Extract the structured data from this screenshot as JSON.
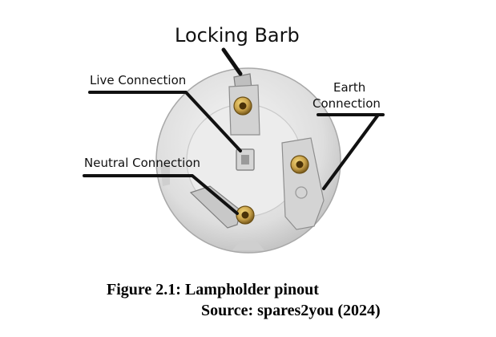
{
  "labels": {
    "locking_barb": "Locking Barb",
    "live": "Live Connection",
    "neutral": "Neutral Connection",
    "earth_line1": "Earth",
    "earth_line2": "Connection"
  },
  "caption": {
    "figure": "Figure 2.1: Lampholder pinout",
    "source": "Source: spares2you (2024)"
  },
  "colors": {
    "line": "#111111",
    "body": "#e4e4e4",
    "brass": "#c9a24a"
  },
  "icons": {
    "terminal": "brass-screw-terminal"
  }
}
